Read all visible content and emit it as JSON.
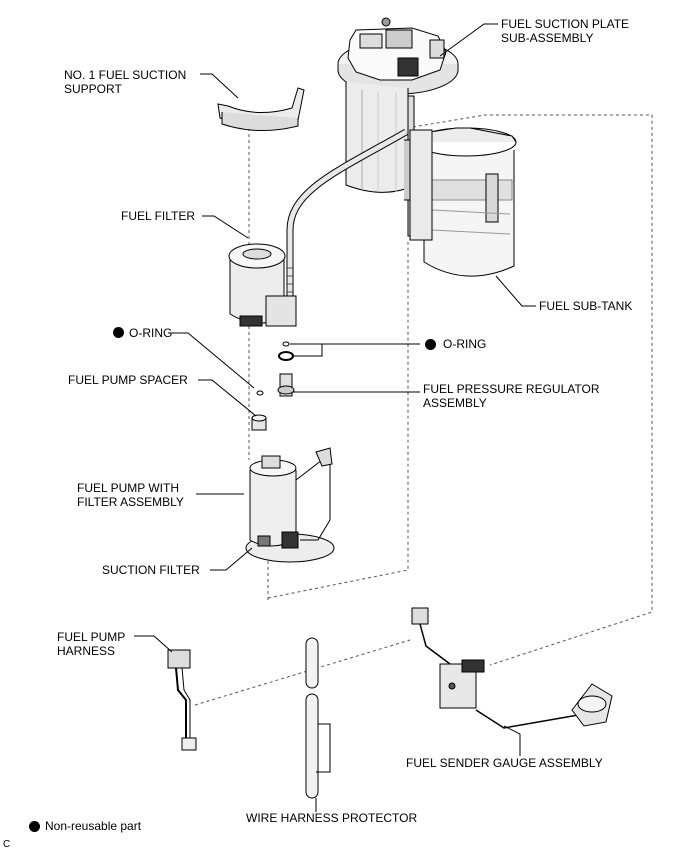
{
  "labels": {
    "fuel_suction_plate": "FUEL SUCTION PLATE\nSUB-ASSEMBLY",
    "no1_fuel_suction_support": "NO. 1 FUEL SUCTION\nSUPPORT",
    "fuel_filter": "FUEL FILTER",
    "fuel_sub_tank": "FUEL SUB-TANK",
    "o_ring_left": "O-RING",
    "o_ring_right": "O-RING",
    "fuel_pump_spacer": "FUEL PUMP SPACER",
    "fuel_pressure_regulator": "FUEL PRESSURE REGULATOR\nASSEMBLY",
    "fuel_pump_with_filter": "FUEL PUMP WITH\nFILTER ASSEMBLY",
    "suction_filter": "SUCTION FILTER",
    "fuel_pump_harness": "FUEL PUMP\nHARNESS",
    "fuel_sender_gauge": "FUEL SENDER GAUGE ASSEMBLY",
    "wire_harness_protector": "WIRE HARNESS PROTECTOR"
  },
  "legend": {
    "non_reusable": "Non-reusable part"
  },
  "corner_code": "C"
}
